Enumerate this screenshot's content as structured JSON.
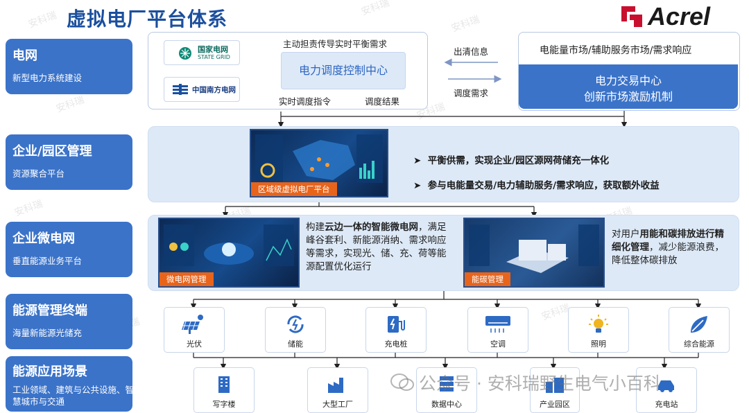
{
  "title": "虚拟电厂平台体系",
  "brand": {
    "name": "Acrel",
    "accent": "#c8102e"
  },
  "colors": {
    "primary": "#3b73c9",
    "panel": "#dde9f7",
    "orange": "#e8641b",
    "heading": "#1b4f9e"
  },
  "left_cards": [
    {
      "heading": "电网",
      "sub": "新型电力系统建设"
    },
    {
      "heading": "企业/园区管理",
      "sub": "资源聚合平台"
    },
    {
      "heading": "企业微电网",
      "sub": "垂直能源业务平台"
    },
    {
      "heading": "能源管理终端",
      "sub": "海量新能源光储充"
    },
    {
      "heading": "能源应用场景",
      "sub": "工业领域、建筑与公共设施、智慧城市与交通"
    }
  ],
  "grid": {
    "logos": [
      "国家电网",
      "STATE GRID",
      "中国南方电网"
    ],
    "top_label": "主动担责传导实时平衡需求",
    "center": "电力调度控制中心",
    "bottom_left": "实时调度指令",
    "bottom_right": "调度结果"
  },
  "arrows": {
    "top": "出清信息",
    "bottom": "调度需求"
  },
  "market": {
    "header": "电能量市场/辅助服务市场/需求响应",
    "line1": "电力交易中心",
    "line2": "创新市场激励机制"
  },
  "aggregation": {
    "screen_label": "区域级虚拟电厂平台",
    "bullets": [
      "平衡供需，实现企业/园区源网荷储充一体化",
      "参与电能量交易/电力辅助服务/需求响应，获取额外收益"
    ]
  },
  "microgrid": {
    "screen1_label": "微电网管理",
    "text1_pre": "构建",
    "text1_bold": "云边一体的智能微电网",
    "text1_post": "，满足峰谷套利、新能源消纳、需求响应等需求，实现光、储、充、荷等能源配置优化运行",
    "screen2_label": "能碳管理",
    "text2_pre": "对用户",
    "text2_bold": "用能和碳排放进行精细化管理",
    "text2_post": "，减少能源浪费，降低整体碳排放"
  },
  "terminals": [
    {
      "label": "光伏",
      "icon": "solar-panel-icon"
    },
    {
      "label": "储能",
      "icon": "energy-storage-icon"
    },
    {
      "label": "充电桩",
      "icon": "charging-pile-icon"
    },
    {
      "label": "空调",
      "icon": "air-conditioner-icon"
    },
    {
      "label": "照明",
      "icon": "lighting-icon"
    },
    {
      "label": "综合能源",
      "icon": "integrated-energy-icon"
    }
  ],
  "scenes": [
    {
      "label": "写字楼",
      "icon": "office-building-icon"
    },
    {
      "label": "大型工厂",
      "icon": "factory-icon"
    },
    {
      "label": "数据中心",
      "icon": "data-center-icon"
    },
    {
      "label": "产业园区",
      "icon": "industrial-park-icon"
    },
    {
      "label": "充电站",
      "icon": "charging-station-icon"
    }
  ],
  "watermark_brand": "安科瑞",
  "wechat_watermark": "公众号 · 安科瑞野生电气小百科"
}
